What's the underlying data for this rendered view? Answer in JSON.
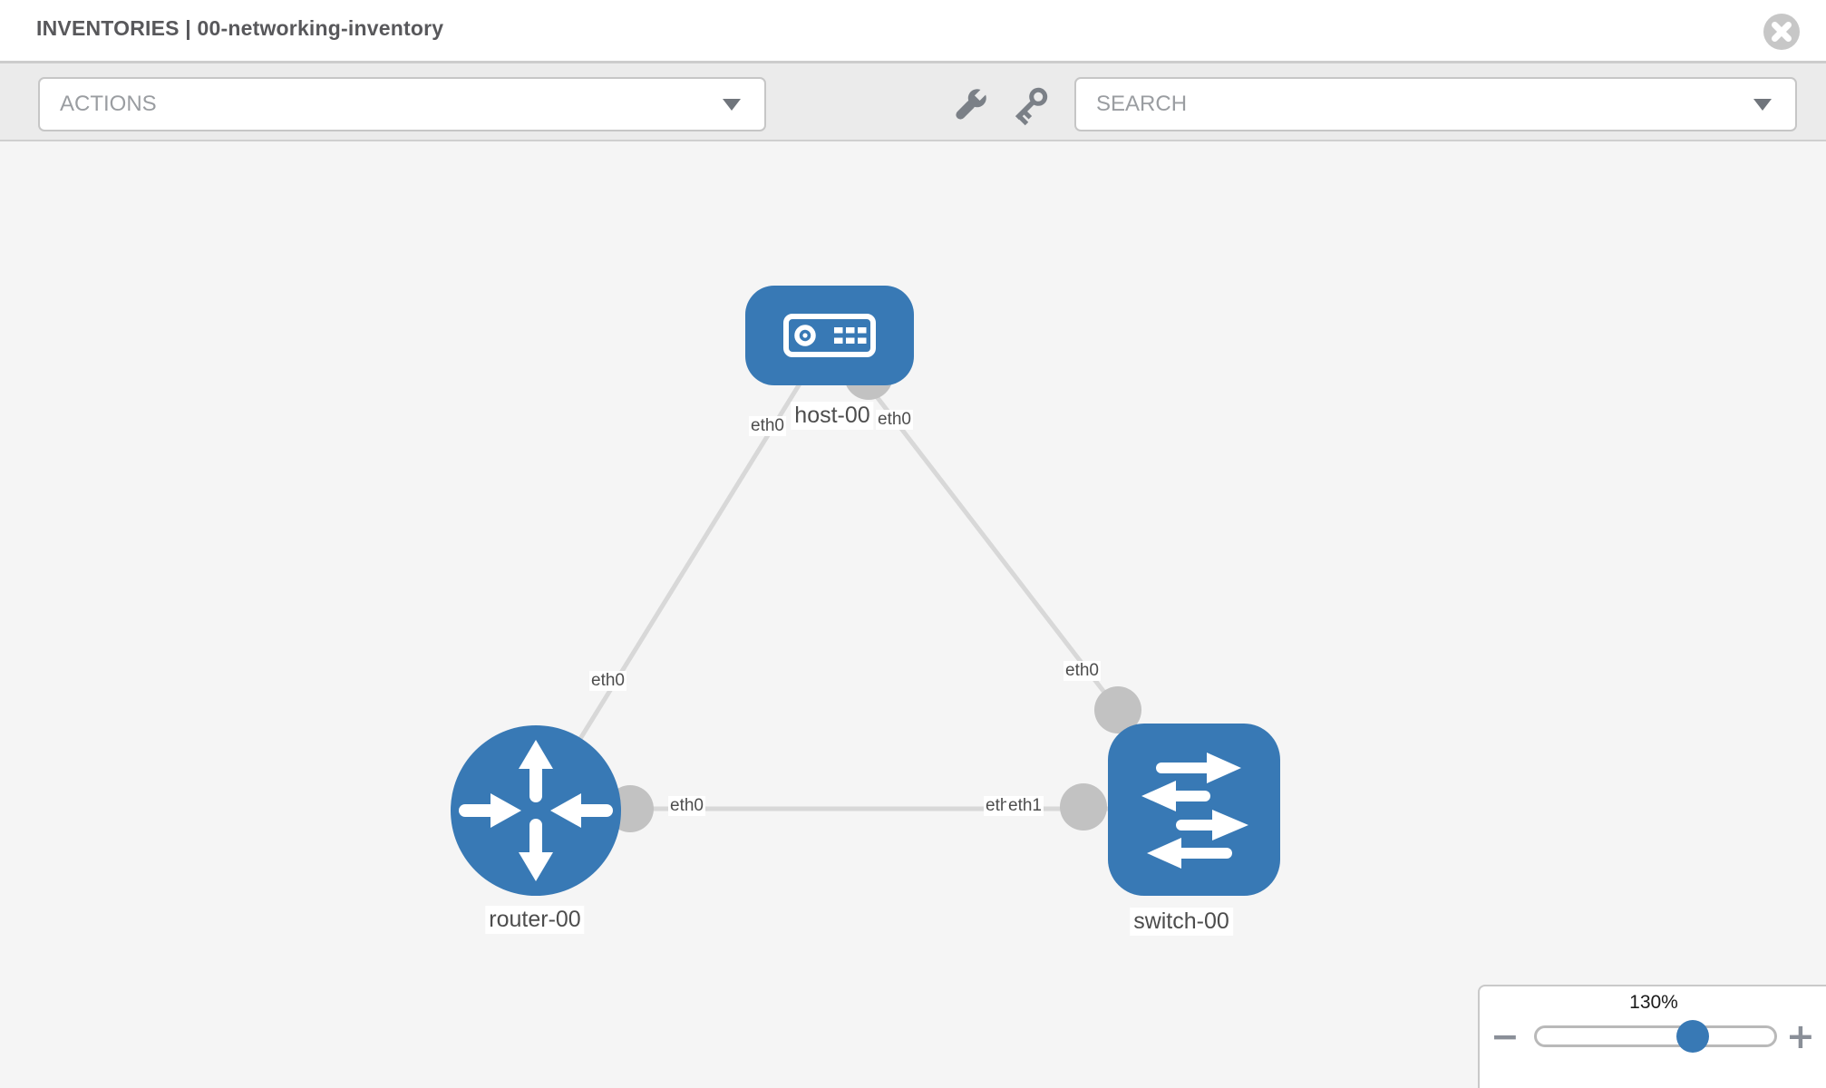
{
  "header": {
    "title": "INVENTORIES | 00-networking-inventory"
  },
  "toolbar": {
    "actions_dropdown": {
      "label": "ACTIONS"
    },
    "tools": [
      {
        "icon": "wrench-icon"
      },
      {
        "icon": "key-icon"
      }
    ],
    "search_dropdown": {
      "placeholder": "SEARCH"
    }
  },
  "topology": {
    "nodes": [
      {
        "id": "host-00",
        "type": "host",
        "label": "host-00"
      },
      {
        "id": "router-00",
        "type": "router",
        "label": "router-00"
      },
      {
        "id": "switch-00",
        "type": "switch",
        "label": "switch-00"
      }
    ],
    "links": [
      {
        "from": "host-00",
        "from_if": "eth0",
        "to": "router-00",
        "to_if": "eth0"
      },
      {
        "from": "host-00",
        "from_if": "eth0",
        "to": "switch-00",
        "to_if": "eth0"
      },
      {
        "from": "router-00",
        "from_if": "eth0",
        "to": "switch-00",
        "to_if": "eth1"
      }
    ],
    "overlapped_labels": {
      "behind": "eth0",
      "front": "eth1"
    }
  },
  "zoom_control": {
    "level": "130%",
    "minus_label": "−",
    "plus_label": "+",
    "slider_value_percent": 64
  },
  "colors": {
    "node_blue": "#3879b5",
    "link_gray": "#d8d8d8",
    "interface_gray": "#c2c2c2",
    "canvas_bg": "#f5f5f5",
    "toolbar_bg": "#ebebeb"
  }
}
